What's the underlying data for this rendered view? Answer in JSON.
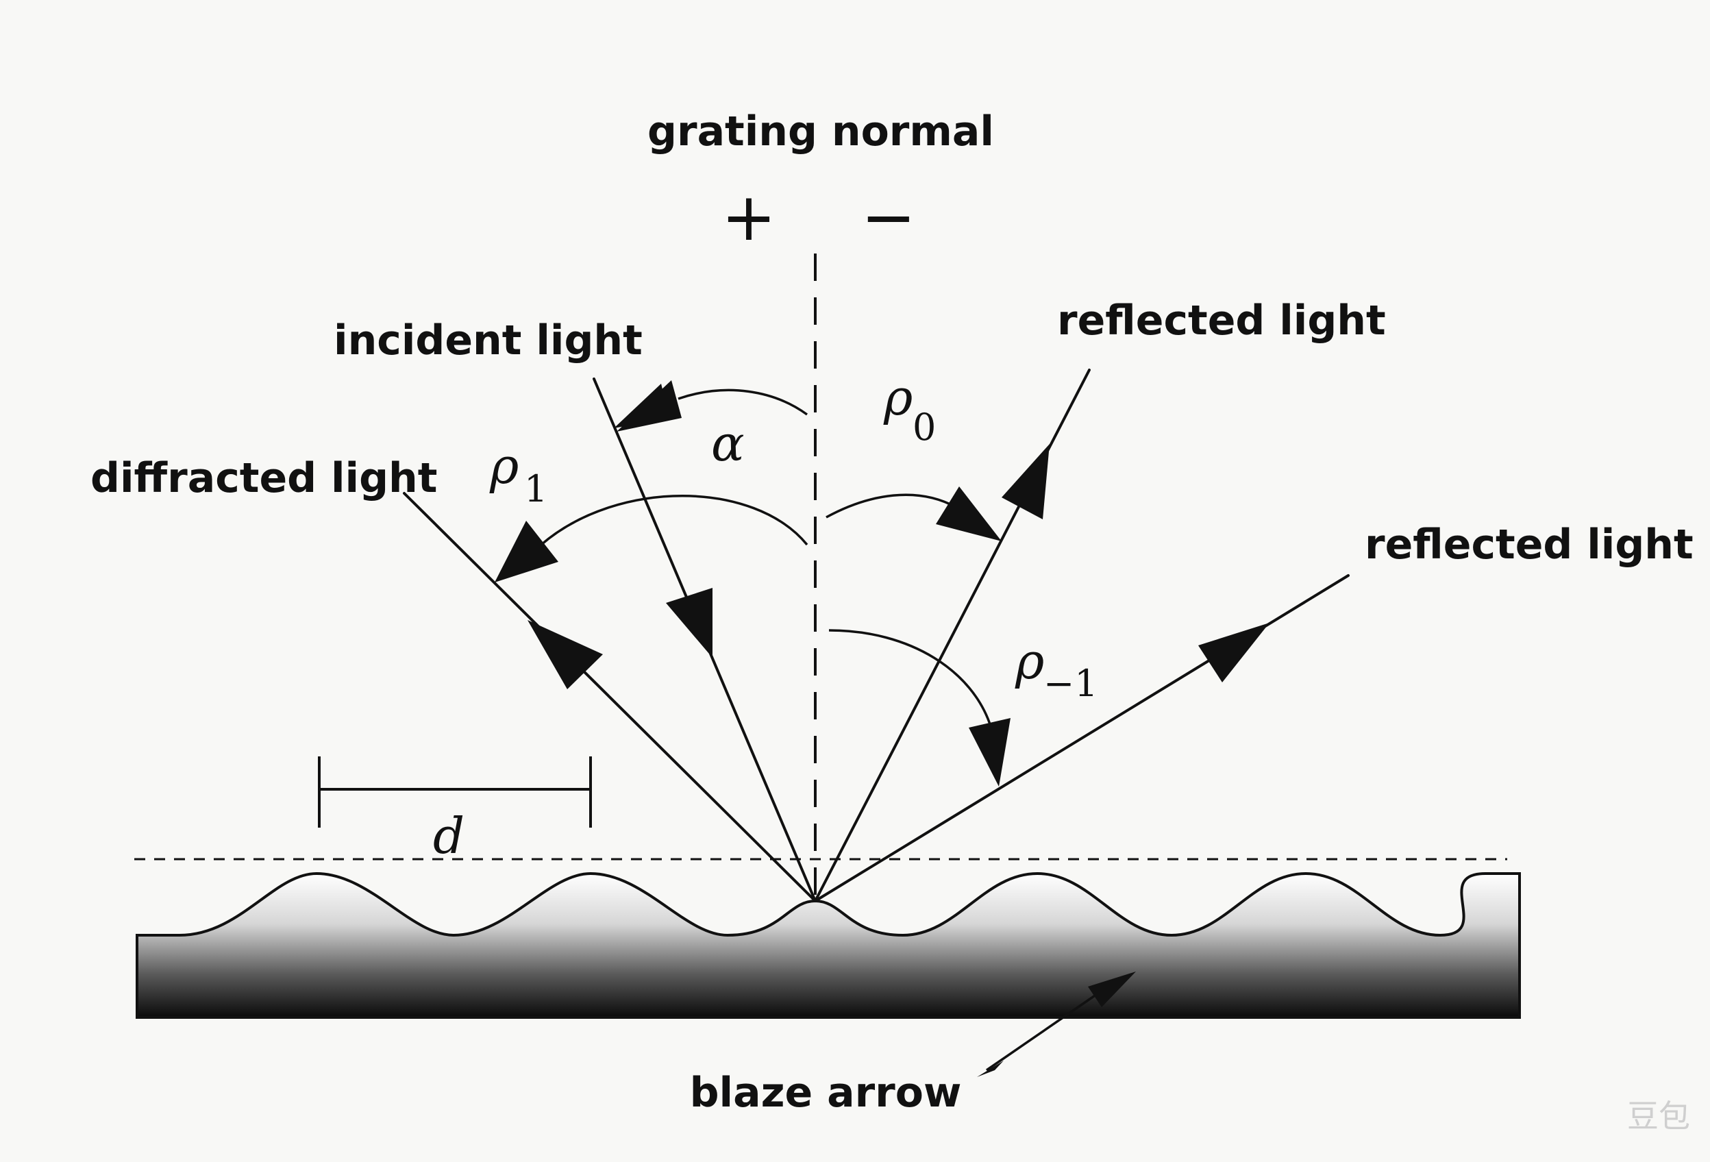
{
  "labels": {
    "grating_normal": "grating normal",
    "plus": "+",
    "minus": "−",
    "incident_light": "incident light",
    "reflected_light_top": "reflected light",
    "reflected_light_right": "reflected light",
    "diffracted_light": "diffracted light",
    "blaze_arrow": "blaze arrow"
  },
  "symbols": {
    "alpha": "α",
    "rho_0": "ρ",
    "rho_0_sub": "0",
    "rho_1": "ρ",
    "rho_1_sub": "1",
    "rho_minus1": "ρ",
    "rho_minus1_sub": "−1",
    "d": "d"
  },
  "watermark": "豆包"
}
